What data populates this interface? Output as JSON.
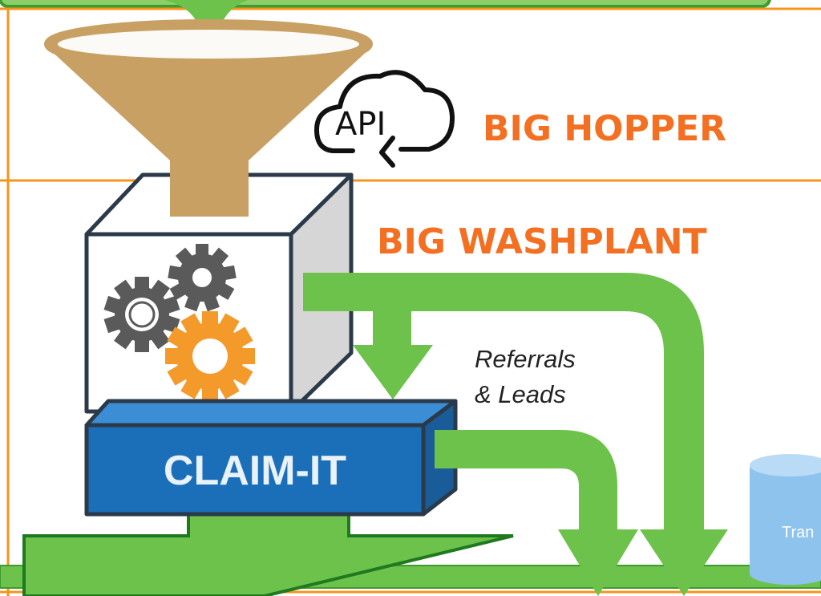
{
  "hopper": {
    "title": "BIG HOPPER"
  },
  "api": {
    "label": "API"
  },
  "washplant": {
    "title": "BIG WASHPLANT"
  },
  "claim": {
    "label": "CLAIM-IT"
  },
  "referrals": {
    "line1": "Referrals",
    "line2": "& Leads"
  },
  "database": {
    "label": "Tran"
  },
  "colors": {
    "orange_accent": "#f7941d",
    "title_orange": "#f36f21",
    "arrow_green": "#6cc24a",
    "funnel_tan": "#c9a064",
    "claim_blue": "#1a6fb8",
    "cube_outline": "#2b3a4a",
    "gear_gray": "#5a5a5a",
    "gear_orange": "#f39a2b",
    "database_blue": "#8ec3ee"
  }
}
